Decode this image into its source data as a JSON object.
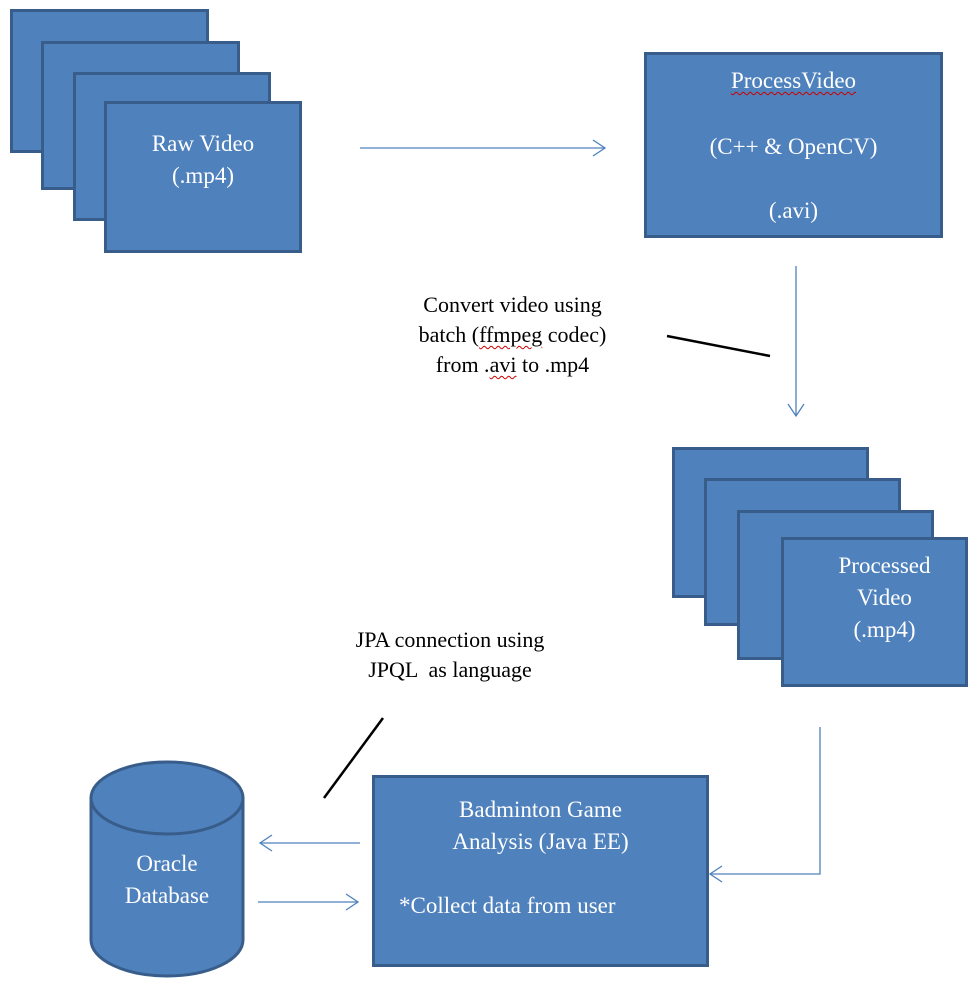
{
  "colors": {
    "box_fill": "#4f81bd",
    "box_border": "#385d8a",
    "arrow": "#4f81bd",
    "callout_line": "#000000",
    "text_on_box": "#ffffff",
    "spellcheck_underline": "#cc0000"
  },
  "raw_video": {
    "line1": "Raw Video",
    "line2": "(.mp4)"
  },
  "process_video": {
    "title": "ProcessVideo",
    "tech": "(C++ & OpenCV)",
    "format": "(.avi)"
  },
  "convert_note": {
    "line1": "Convert video using",
    "line2_pre": "batch (",
    "line2_word": "ffmpeg",
    "line2_post": " codec)",
    "line3_pre": "from .",
    "line3_word": "avi",
    "line3_post": " to .mp4"
  },
  "processed_video": {
    "line1": "Processed",
    "line2": "Video",
    "line3": "(.mp4)"
  },
  "jpa_note": {
    "line1": "JPA connection using",
    "line2": "JPQL  as language"
  },
  "badminton": {
    "line1": "Badminton Game",
    "line2": "Analysis (Java EE)",
    "line3": "*Collect data from user"
  },
  "database": {
    "line1": "Oracle",
    "line2": "Database"
  },
  "icons": {
    "raw_video_stack": "stacked-document-icon",
    "processed_video_stack": "stacked-document-icon",
    "database": "database-cylinder-icon"
  }
}
